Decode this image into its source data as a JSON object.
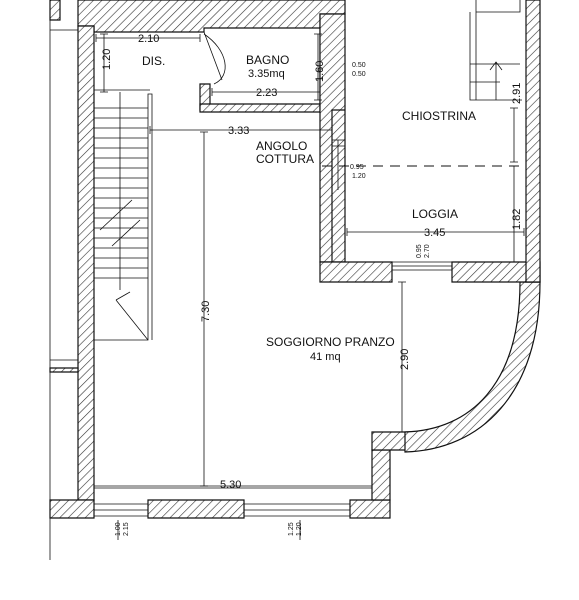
{
  "rooms": {
    "dis": {
      "label": "DIS."
    },
    "bagno": {
      "label": "BAGNO",
      "area": "3.35mq"
    },
    "chiostrina": {
      "label": "CHIOSTRINA"
    },
    "angolo_cottura": {
      "label_line1": "ANGOLO",
      "label_line2": "COTTURA"
    },
    "loggia": {
      "label": "LOGGIA"
    },
    "soggiorno": {
      "label": "SOGGIORNO PRANZO",
      "area": "41 mq"
    }
  },
  "dimensions": {
    "dis_width": "2.10",
    "dis_height": "1.20",
    "bagno_width": "2.23",
    "bagno_height": "1.60",
    "bagno_window_top": "0.50",
    "bagno_window_bottom": "0.50",
    "kitchen_width": "3.33",
    "chiostrina_height": "2.91",
    "kitchen_opening_top": "0.95",
    "kitchen_opening_bottom": "1.20",
    "loggia_width": "3.45",
    "loggia_height": "1.82",
    "loggia_door_left": "0.95",
    "loggia_door_right": "2.70",
    "soggiorno_height": "7.30",
    "bay_height": "2.90",
    "soggiorno_width": "5.30",
    "window_left_top": "1.00",
    "window_left_bottom": "2.15",
    "window_right_top": "1.25",
    "window_right_bottom": "1.20"
  }
}
